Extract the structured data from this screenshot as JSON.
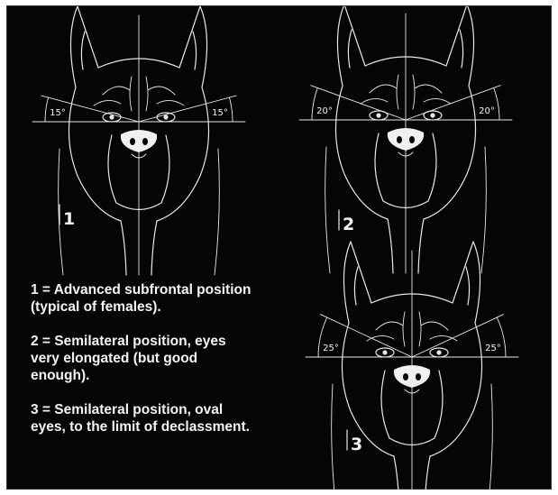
{
  "figures": [
    {
      "number": "1",
      "angle_left": "15°",
      "angle_right": "15°",
      "eye_angle_deg": 15
    },
    {
      "number": "2",
      "angle_left": "20°",
      "angle_right": "20°",
      "eye_angle_deg": 20
    },
    {
      "number": "3",
      "angle_left": "25°",
      "angle_right": "25°",
      "eye_angle_deg": 25
    }
  ],
  "legend": [
    "1 = Advanced subfrontal position\n(typical of females).",
    "2 = Semilateral position, eyes\nvery elongated (but good\nenough).",
    "3 = Semilateral position, oval\neyes, to the limit of declassment."
  ],
  "colors": {
    "background": "#050505",
    "line": "#e8e8e8",
    "frame": "#ffffff"
  }
}
